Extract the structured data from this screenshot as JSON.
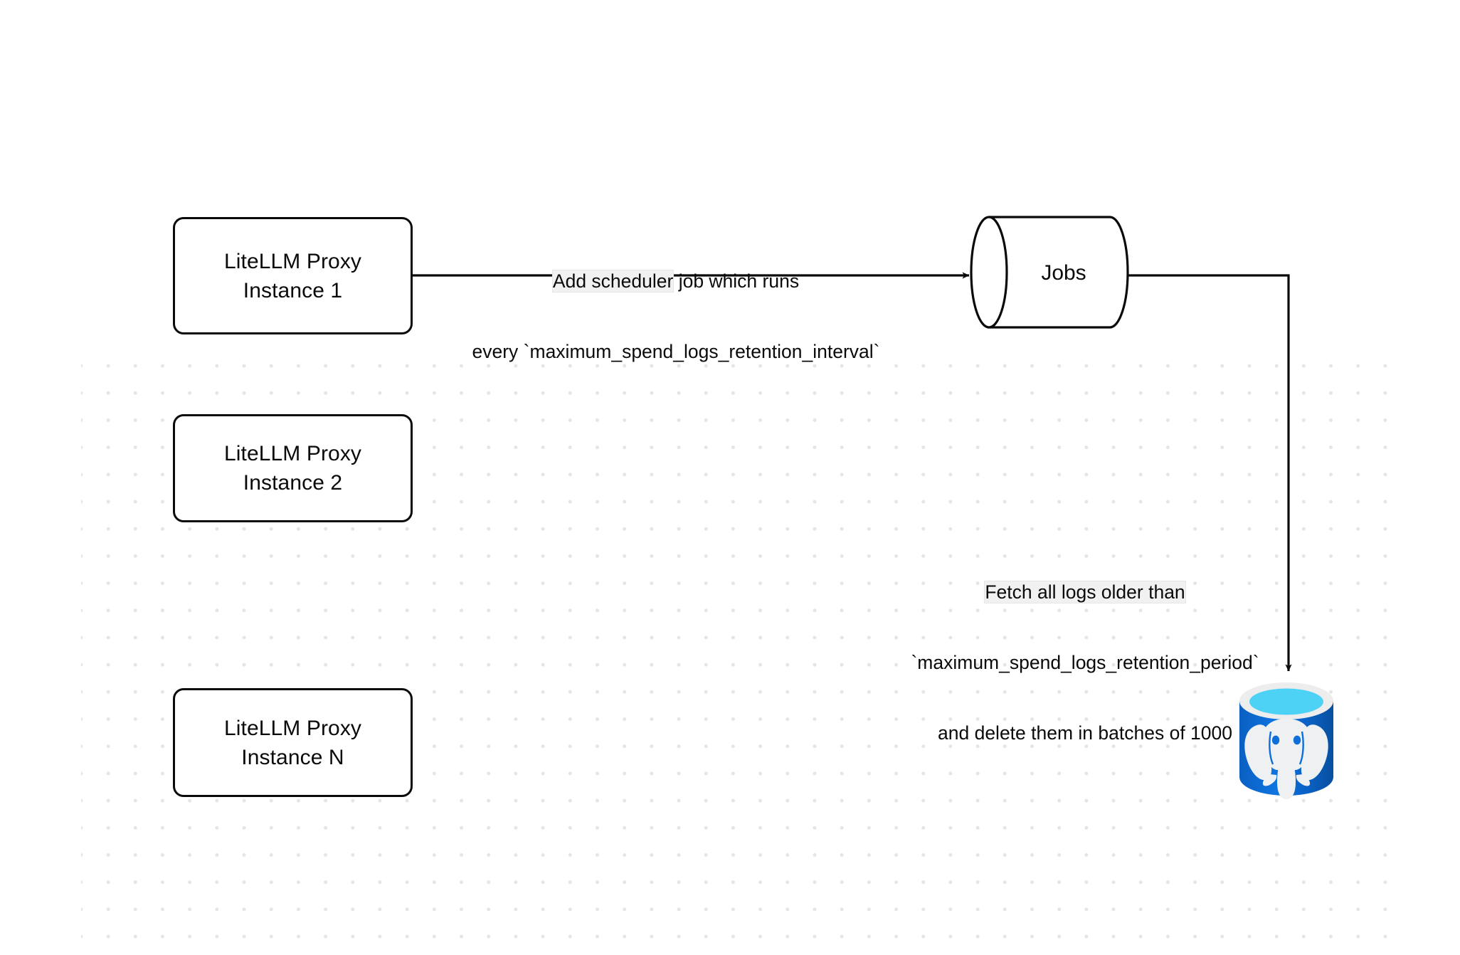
{
  "diagram": {
    "title": "LiteLLM spend logs retention scheduler flow",
    "background": {
      "canvas_color": "#ffffff",
      "grid_dot_color": "#e4e5e7"
    },
    "nodes": [
      {
        "id": "proxy-1",
        "shape": "rounded-rectangle",
        "label": "LiteLLM Proxy\nInstance 1",
        "stroke": "#0a0a0a",
        "fill": "#ffffff"
      },
      {
        "id": "proxy-2",
        "shape": "rounded-rectangle",
        "label": "LiteLLM Proxy\nInstance 2",
        "stroke": "#0a0a0a",
        "fill": "#ffffff"
      },
      {
        "id": "proxy-n",
        "shape": "rounded-rectangle",
        "label": "LiteLLM Proxy\nInstance N",
        "stroke": "#0a0a0a",
        "fill": "#ffffff"
      },
      {
        "id": "jobs",
        "shape": "horizontal-cylinder",
        "label": "Jobs",
        "stroke": "#0a0a0a",
        "fill": "#ffffff"
      },
      {
        "id": "postgres",
        "shape": "database-cylinder",
        "label": "",
        "icon": "postgresql-elephant-icon",
        "body_color": "#0b68ce",
        "body_color_dark": "#0a55b4",
        "rim_color": "#ededee",
        "top_surface_color": "#4dd2f5",
        "top_surface_shadow": "#1a8fc0",
        "elephant_color": "#eff0f1"
      }
    ],
    "edges": [
      {
        "id": "scheduler-edge",
        "from": "proxy-1",
        "to": "jobs",
        "arrowhead": "solid-triangle",
        "label_line_1": "Add scheduler",
        "label_line_1_rest": " job which runs",
        "label_line_2": "every `maximum_spend_logs_retention_interval`"
      },
      {
        "id": "delete-logs-edge",
        "from": "jobs",
        "to": "postgres",
        "arrowhead": "solid-triangle",
        "label_line_1": "Fetch all logs older than",
        "label_line_2": "`maximum_spend_logs_retention_period`",
        "label_line_3": "and delete them in batches of 1000"
      }
    ]
  }
}
